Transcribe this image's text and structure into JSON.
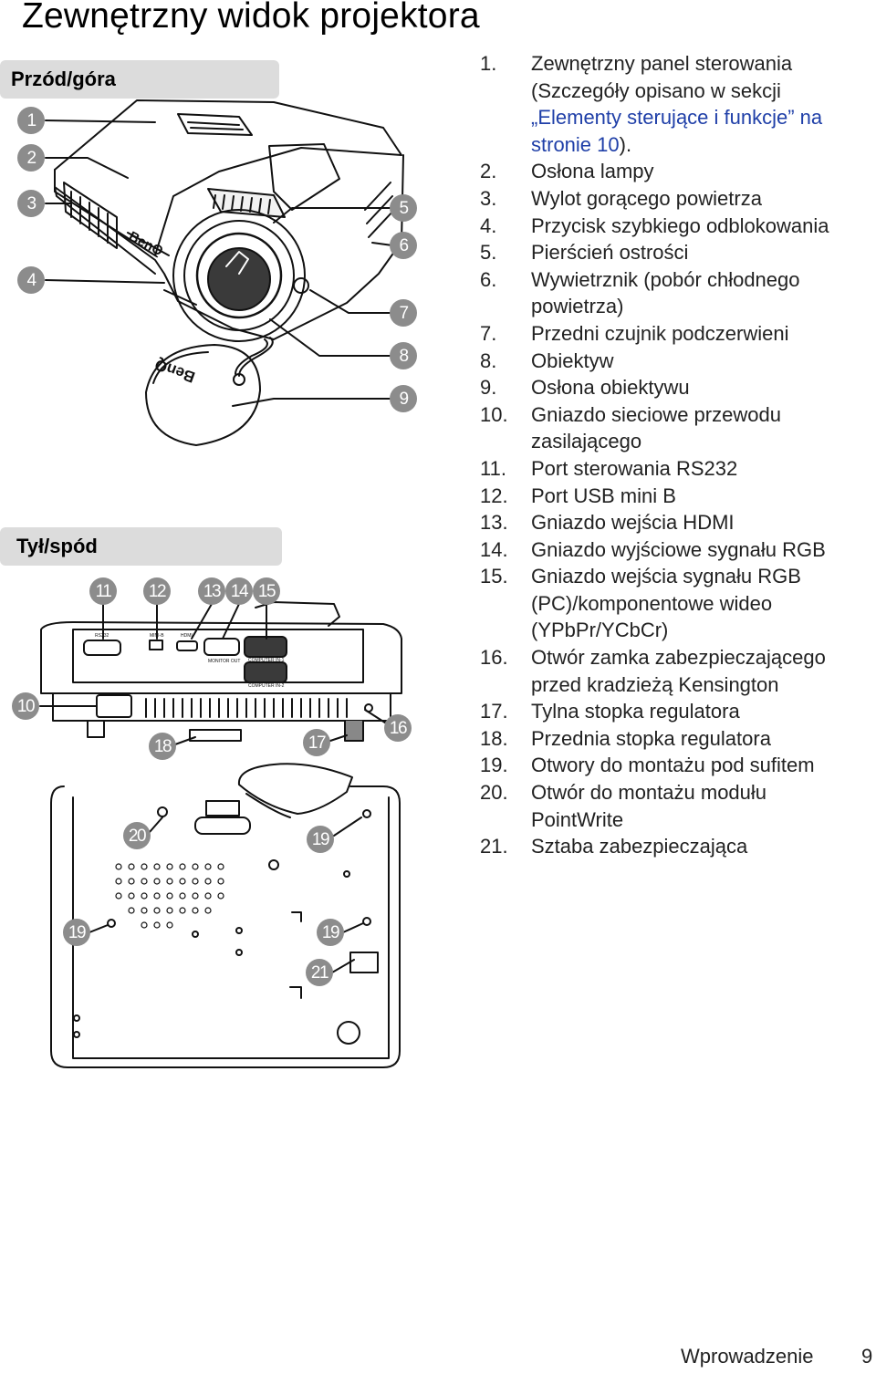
{
  "page": {
    "title": "Zewnętrzny widok projektora",
    "footer_section": "Wprowadzenie",
    "footer_page": "9"
  },
  "sections": {
    "front": "Przód/góra",
    "rear": "Tył/spód"
  },
  "illustration_labels": {
    "brand": "BenQ",
    "rs232": "RS232",
    "usb": "MINI-B",
    "hdmi": "HDMI",
    "monitor_out": "MONITOR OUT",
    "computer_in_1": "COMPUTER IN-1",
    "computer_in_2": "COMPUTER IN-2"
  },
  "legend": [
    {
      "n": "1.",
      "lines": [
        "Zewnętrzny panel sterowania",
        "(Szczegóły opisano w sekcji"
      ],
      "link": "„Elementy sterujące i funkcje” na",
      "link2": "stronie 10",
      "after": ")."
    },
    {
      "n": "2.",
      "lines": [
        "Osłona lampy"
      ]
    },
    {
      "n": "3.",
      "lines": [
        "Wylot gorącego powietrza"
      ]
    },
    {
      "n": "4.",
      "lines": [
        "Przycisk szybkiego odblokowania"
      ]
    },
    {
      "n": "5.",
      "lines": [
        "Pierścień ostrości"
      ]
    },
    {
      "n": "6.",
      "lines": [
        "Wywietrznik (pobór chłodnego",
        "powietrza)"
      ]
    },
    {
      "n": "7.",
      "lines": [
        "Przedni czujnik podczerwieni"
      ]
    },
    {
      "n": "8.",
      "lines": [
        "Obiektyw"
      ]
    },
    {
      "n": "9.",
      "lines": [
        "Osłona obiektywu"
      ]
    },
    {
      "n": "10.",
      "lines": [
        "Gniazdo sieciowe przewodu",
        "zasilającego"
      ]
    },
    {
      "n": "11.",
      "lines": [
        "Port sterowania RS232"
      ]
    },
    {
      "n": "12.",
      "lines": [
        "Port USB mini B"
      ]
    },
    {
      "n": "13.",
      "lines": [
        "Gniazdo wejścia HDMI"
      ]
    },
    {
      "n": "14.",
      "lines": [
        "Gniazdo wyjściowe sygnału RGB"
      ]
    },
    {
      "n": "15.",
      "lines": [
        "Gniazdo wejścia sygnału RGB",
        "(PC)/komponentowe wideo",
        "(YPbPr/YCbCr)"
      ]
    },
    {
      "n": "16.",
      "lines": [
        "Otwór zamka zabezpieczającego",
        "przed kradzieżą Kensington"
      ]
    },
    {
      "n": "17.",
      "lines": [
        "Tylna stopka regulatora"
      ]
    },
    {
      "n": "18.",
      "lines": [
        "Przednia stopka regulatora"
      ]
    },
    {
      "n": "19.",
      "lines": [
        "Otwory do montażu pod sufitem"
      ]
    },
    {
      "n": "20.",
      "lines": [
        "Otwór do montażu modułu",
        "PointWrite"
      ]
    },
    {
      "n": "21.",
      "lines": [
        "Sztaba zabezpieczająca"
      ]
    }
  ],
  "callouts": [
    "1",
    "2",
    "3",
    "4",
    "5",
    "6",
    "7",
    "8",
    "9",
    "10",
    "11",
    "12",
    "13",
    "14",
    "15",
    "16",
    "17",
    "18",
    "19",
    "19",
    "19",
    "20",
    "21"
  ]
}
